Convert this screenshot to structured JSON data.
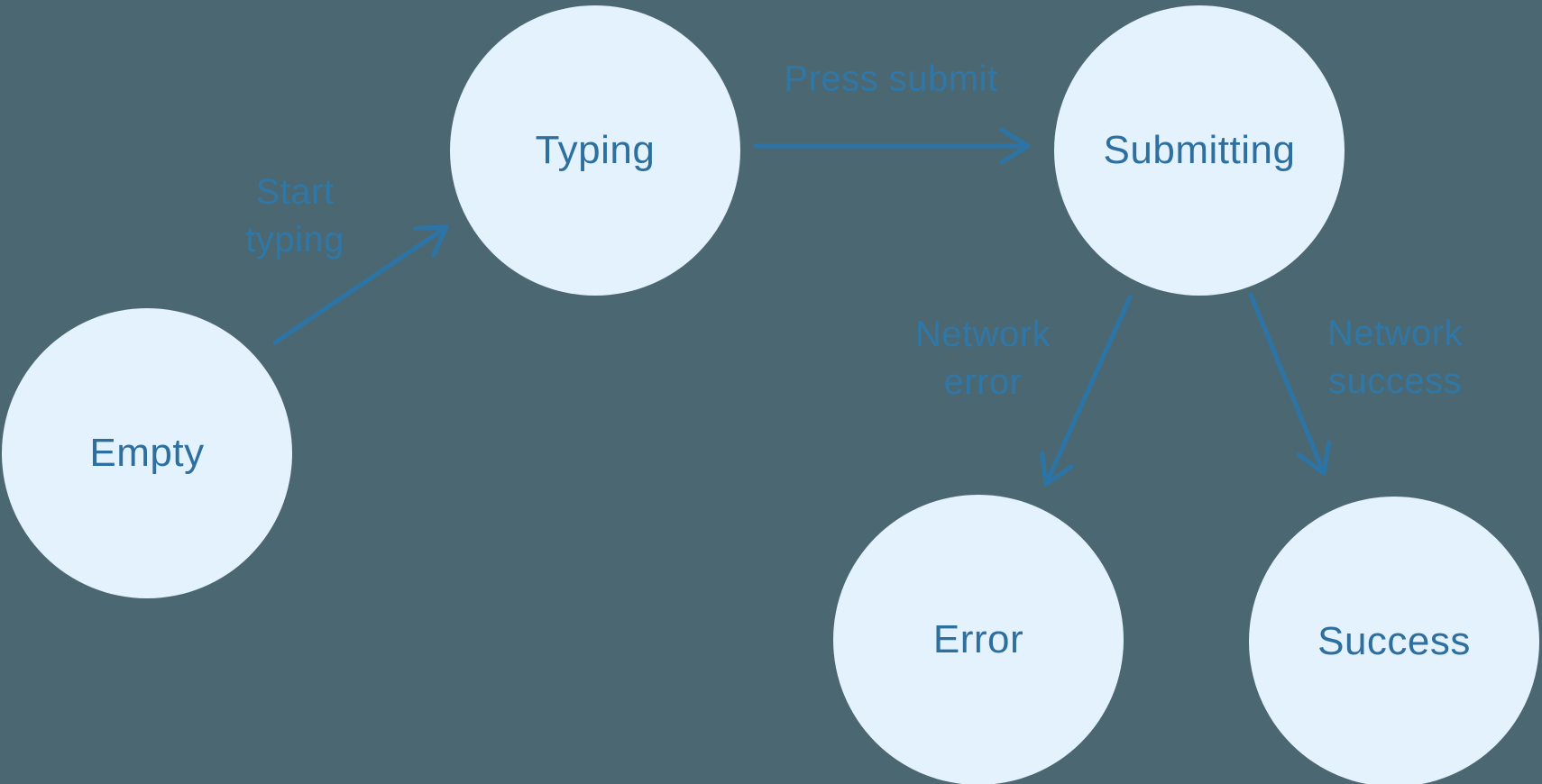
{
  "diagram": {
    "type": "state-machine",
    "colors": {
      "background": "#4B6872",
      "node_fill": "#E4F2FD",
      "node_text": "#2D6F9E",
      "edge": "#2D74A6",
      "edge_label_text": "#2F77A7"
    },
    "nodes": [
      {
        "id": "empty",
        "label": "Empty"
      },
      {
        "id": "typing",
        "label": "Typing"
      },
      {
        "id": "submitting",
        "label": "Submitting"
      },
      {
        "id": "error",
        "label": "Error"
      },
      {
        "id": "success",
        "label": "Success"
      }
    ],
    "edges": [
      {
        "from": "empty",
        "to": "typing",
        "label": "Start typing",
        "lines": [
          "Start",
          "typing"
        ]
      },
      {
        "from": "typing",
        "to": "submitting",
        "label": "Press submit",
        "lines": [
          "Press submit"
        ]
      },
      {
        "from": "submitting",
        "to": "error",
        "label": "Network error",
        "lines": [
          "Network",
          "error"
        ]
      },
      {
        "from": "submitting",
        "to": "success",
        "label": "Network success",
        "lines": [
          "Network",
          "success"
        ]
      }
    ]
  }
}
